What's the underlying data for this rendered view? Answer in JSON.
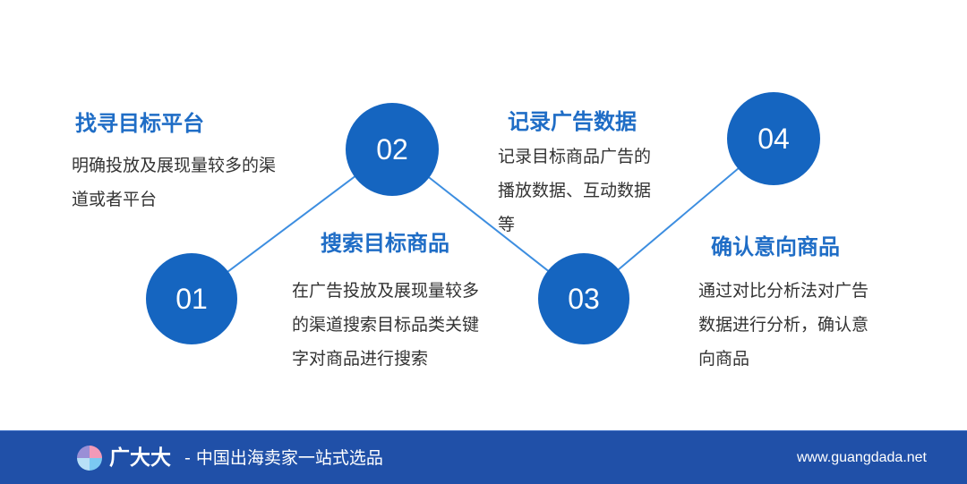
{
  "steps": [
    {
      "number": "01",
      "title": "找寻目标平台",
      "description": [
        "明确投放及展现量较多的渠",
        "道或者平台"
      ]
    },
    {
      "number": "02",
      "title": "搜索目标商品",
      "description": [
        "在广告投放及展现量较多",
        "的渠道搜索目标品类关键",
        "字对商品进行搜索"
      ]
    },
    {
      "number": "03",
      "title": "记录广告数据",
      "description": [
        "记录目标商品广告的",
        "播放数据、互动数据",
        "等"
      ]
    },
    {
      "number": "04",
      "title": "确认意向商品",
      "description": [
        "通过对比分析法对广告",
        "数据进行分析，确认意",
        "向商品"
      ]
    }
  ],
  "footer": {
    "brand_name": "广大大",
    "slogan": "- 中国出海卖家一站式选品",
    "url": "www.guangdada.net"
  },
  "colors": {
    "circle": "#1565c0",
    "title": "#1f6dc6",
    "connector": "#3d8ee0",
    "footer": "#2050a8"
  },
  "icons": {
    "logo": "pie-logo-icon"
  }
}
